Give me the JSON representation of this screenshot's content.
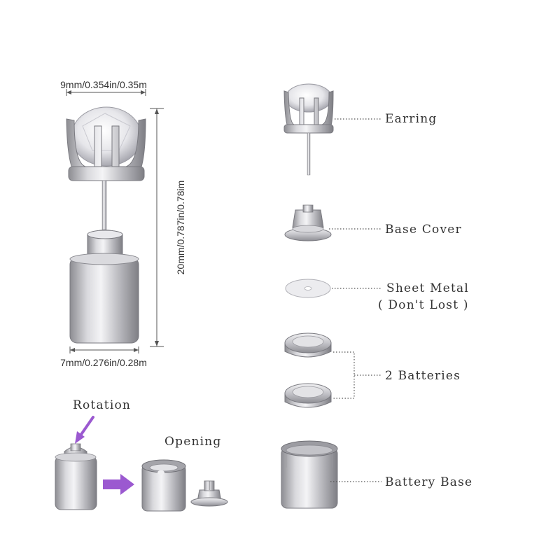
{
  "dimensions": {
    "top_width": "9mm/0.354in/0.35m",
    "height": "20mm/0.787in/0.78im",
    "bottom_width": "7mm/0.276in/0.28m"
  },
  "labels": {
    "earring": "Earring",
    "base_cover": "Base Cover",
    "sheet_metal_line1": "Sheet Metal",
    "sheet_metal_line2": "( Don't Lost )",
    "batteries": "2 Batteries",
    "battery_base": "Battery Base"
  },
  "steps": {
    "rotation": "Rotation",
    "opening": "Opening"
  },
  "colors": {
    "metal": "#c8c8cc",
    "arrow_accent": "#9b59d0",
    "text": "#333333"
  }
}
